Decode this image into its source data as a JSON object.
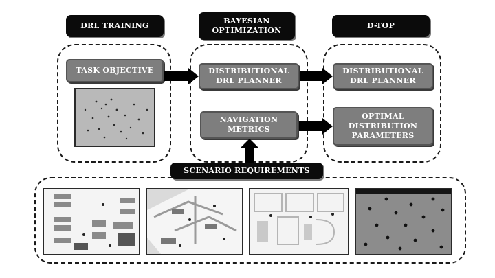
{
  "headers": {
    "drl_training": "DRL TRAINING",
    "bayesian_optimization": "BAYESIAN OPTIMIZATION",
    "dtop": "D-TOP"
  },
  "boxes": {
    "task_objective": "TASK OBJECTIVE",
    "distributional_planner_1": "DISTRIBUTIONAL DRL PLANNER",
    "navigation_metrics": "NAVIGATION METRICS",
    "distributional_planner_2": "DISTRIBUTIONAL DRL PLANNER",
    "optimal_parameters": "OPTIMAL DISTRIBUTION PARAMETERS"
  },
  "scenario_requirements": "SCENARIO REQUIREMENTS",
  "colors": {
    "header_bg": "#0b0b0b",
    "box_gray": "#7e7e7e",
    "arrow": "#000000"
  }
}
